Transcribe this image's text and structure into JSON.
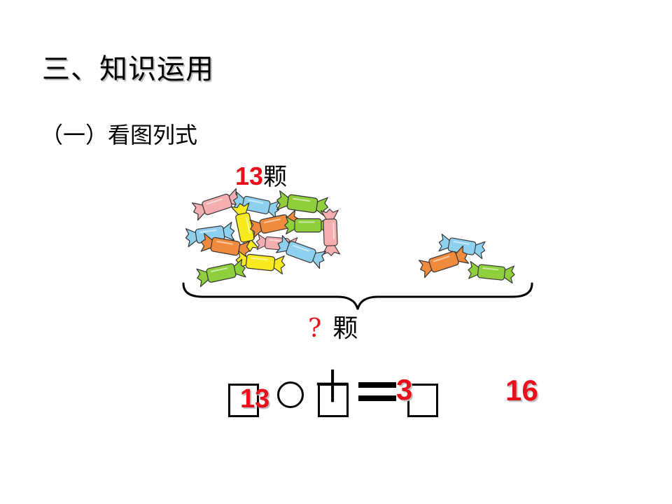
{
  "title": "三、知识运用",
  "subtitle": "（一）看图列式",
  "top_group": {
    "count": "13",
    "unit": "颗"
  },
  "total": {
    "question_mark": "?",
    "unit": "颗"
  },
  "equation": {
    "first_number": "13",
    "operator": "十",
    "second_number": "3",
    "result": "16"
  },
  "colors": {
    "answer_red": "#e8111b",
    "candy_pink": "#f4aeb0",
    "candy_blue": "#8fd0ee",
    "candy_green": "#8fcf3c",
    "candy_orange": "#f08a3c",
    "candy_yellow": "#f7ea1e"
  }
}
